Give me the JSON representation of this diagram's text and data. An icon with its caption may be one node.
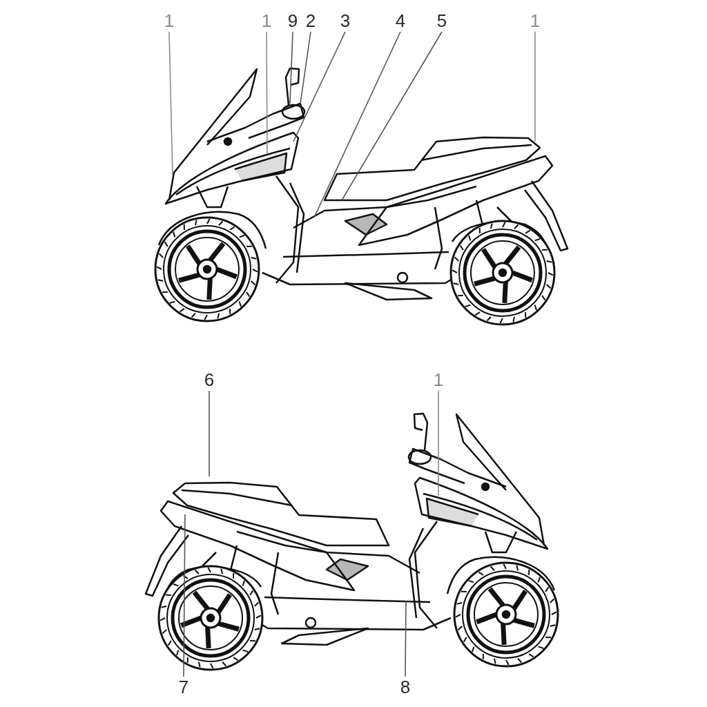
{
  "diagram": {
    "nodes": [
      {
        "text": [
          "1"
        ]
      },
      {
        "text": [
          "1"
        ]
      },
      {
        "text": [
          "9"
        ]
      },
      {
        "text": [
          "2"
        ]
      },
      {
        "text": [
          "3"
        ]
      },
      {
        "text": [
          "4"
        ]
      },
      {
        "text": [
          "5"
        ]
      },
      {
        "text": [
          "1"
        ]
      },
      {
        "text": [
          "6"
        ]
      },
      {
        "text": [
          "1"
        ]
      },
      {
        "text": [
          "7"
        ]
      },
      {
        "text": [
          "8"
        ]
      }
    ],
    "edges": [
      {
        "from": 0,
        "to": null,
        "arrow": "none"
      },
      {
        "from": 1,
        "to": null,
        "arrow": "none"
      },
      {
        "from": 2,
        "to": null,
        "arrow": "none"
      },
      {
        "from": 3,
        "to": null,
        "arrow": "none"
      },
      {
        "from": 4,
        "to": null,
        "arrow": "none"
      },
      {
        "from": 5,
        "to": null,
        "arrow": "none"
      },
      {
        "from": 6,
        "to": null,
        "arrow": "none"
      },
      {
        "from": 7,
        "to": null,
        "arrow": "none"
      },
      {
        "from": 8,
        "to": null,
        "arrow": "none"
      },
      {
        "from": 9,
        "to": null,
        "arrow": "none"
      },
      {
        "from": 10,
        "to": null,
        "arrow": "none"
      },
      {
        "from": 11,
        "to": null,
        "arrow": "none"
      }
    ]
  }
}
